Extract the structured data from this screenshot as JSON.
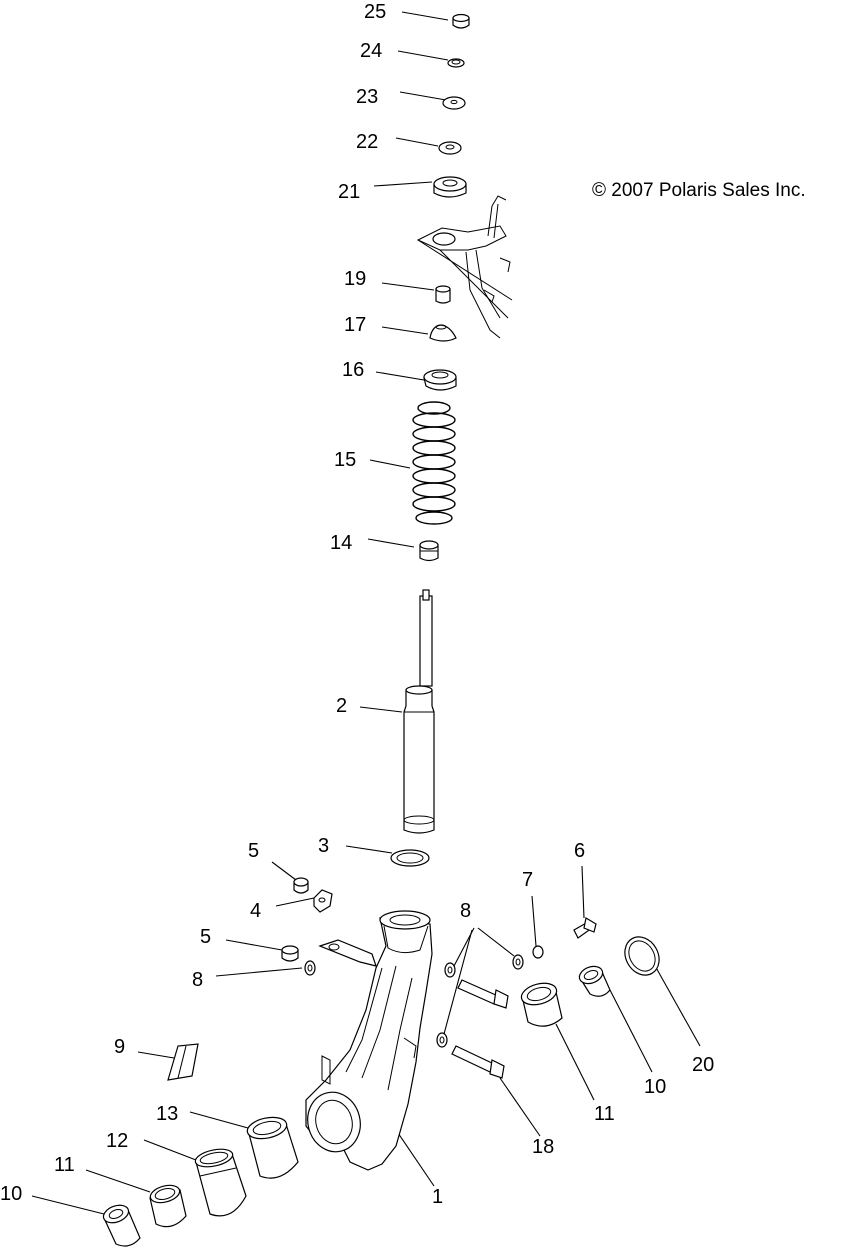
{
  "copyright": "© 2007 Polaris Sales Inc.",
  "callouts": [
    "25",
    "24",
    "23",
    "22",
    "21",
    "19",
    "17",
    "16",
    "15",
    "14",
    "2",
    "3",
    "5",
    "4",
    "5",
    "8",
    "6",
    "7",
    "8",
    "9",
    "13",
    "12",
    "11",
    "10",
    "1",
    "18",
    "11",
    "10",
    "20"
  ],
  "parts": [
    "nut",
    "lock-nut",
    "washer",
    "washer",
    "bearing-plate",
    "mounting-bracket",
    "bushing",
    "cup",
    "spring-seat",
    "coil-spring",
    "bump-stop",
    "strut-shaft",
    "strut-body",
    "o-ring",
    "nut",
    "clip",
    "nut",
    "washer",
    "bolt",
    "washer",
    "washer",
    "washer",
    "seal",
    "bolt",
    "bearing-race",
    "bearing",
    "seal",
    "knuckle",
    "shield",
    "seal",
    "seal",
    "bearing-race",
    "bearing"
  ]
}
